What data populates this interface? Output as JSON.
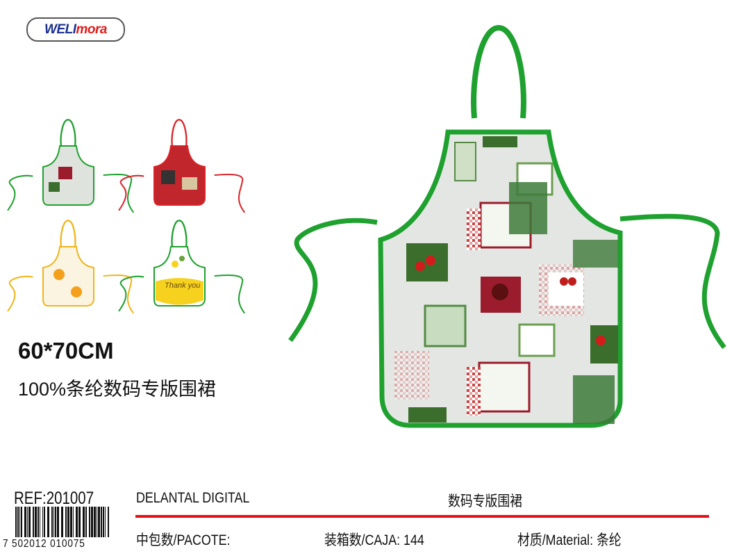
{
  "brand": {
    "part1": "WELI",
    "part2": "mora"
  },
  "product": {
    "size": "60*70CM",
    "description": "100%条纶数码专版围裙",
    "ref": "REF:201007",
    "barcode": "7 502012 010075",
    "name_es": "DELANTAL DIGITAL",
    "name_cn": "数码专版围裙"
  },
  "specs": {
    "pacote": "中包数/PACOTE:",
    "caja": "装箱数/CAJA: 144",
    "material": "材质/Material: 条纶"
  },
  "colors": {
    "trim_green": "#1fa12f",
    "red_line": "#e3121a",
    "variant_red": "#d9252a",
    "variant_yellow": "#f1b51c"
  },
  "thumbnail_text": "Thank you"
}
